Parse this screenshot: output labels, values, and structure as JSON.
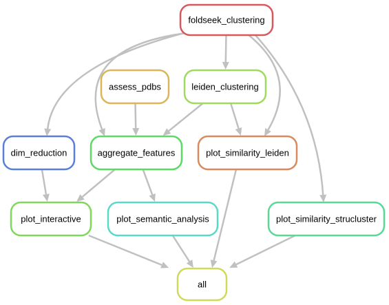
{
  "nodes": [
    {
      "id": "foldseek_clustering",
      "label": "foldseek_clustering",
      "color": "#d9575e"
    },
    {
      "id": "assess_pdbs",
      "label": "assess_pdbs",
      "color": "#d9b658"
    },
    {
      "id": "leiden_clustering",
      "label": "leiden_clustering",
      "color": "#9fd95d"
    },
    {
      "id": "dim_reduction",
      "label": "dim_reduction",
      "color": "#5b7fd9"
    },
    {
      "id": "aggregate_features",
      "label": "aggregate_features",
      "color": "#5dd964"
    },
    {
      "id": "plot_similarity_leiden",
      "label": "plot_similarity_leiden",
      "color": "#d9895a"
    },
    {
      "id": "plot_interactive",
      "label": "plot_interactive",
      "color": "#7ed95a"
    },
    {
      "id": "plot_semantic_analysis",
      "label": "plot_semantic_analysis",
      "color": "#5ad9c8"
    },
    {
      "id": "plot_similarity_strucluster",
      "label": "plot_similarity_strucluster",
      "color": "#5ad994"
    },
    {
      "id": "all",
      "label": "all",
      "color": "#d0d95a"
    }
  ],
  "edges": [
    {
      "from": "foldseek_clustering",
      "to": "dim_reduction"
    },
    {
      "from": "foldseek_clustering",
      "to": "aggregate_features"
    },
    {
      "from": "foldseek_clustering",
      "to": "leiden_clustering"
    },
    {
      "from": "foldseek_clustering",
      "to": "plot_similarity_leiden"
    },
    {
      "from": "foldseek_clustering",
      "to": "plot_similarity_strucluster"
    },
    {
      "from": "assess_pdbs",
      "to": "aggregate_features"
    },
    {
      "from": "leiden_clustering",
      "to": "aggregate_features"
    },
    {
      "from": "leiden_clustering",
      "to": "plot_similarity_leiden"
    },
    {
      "from": "dim_reduction",
      "to": "plot_interactive"
    },
    {
      "from": "aggregate_features",
      "to": "plot_interactive"
    },
    {
      "from": "aggregate_features",
      "to": "plot_semantic_analysis"
    },
    {
      "from": "plot_interactive",
      "to": "all"
    },
    {
      "from": "plot_semantic_analysis",
      "to": "all"
    },
    {
      "from": "plot_similarity_leiden",
      "to": "all"
    },
    {
      "from": "plot_similarity_strucluster",
      "to": "all"
    }
  ],
  "colors": {
    "edge": "#c0c0c0"
  }
}
